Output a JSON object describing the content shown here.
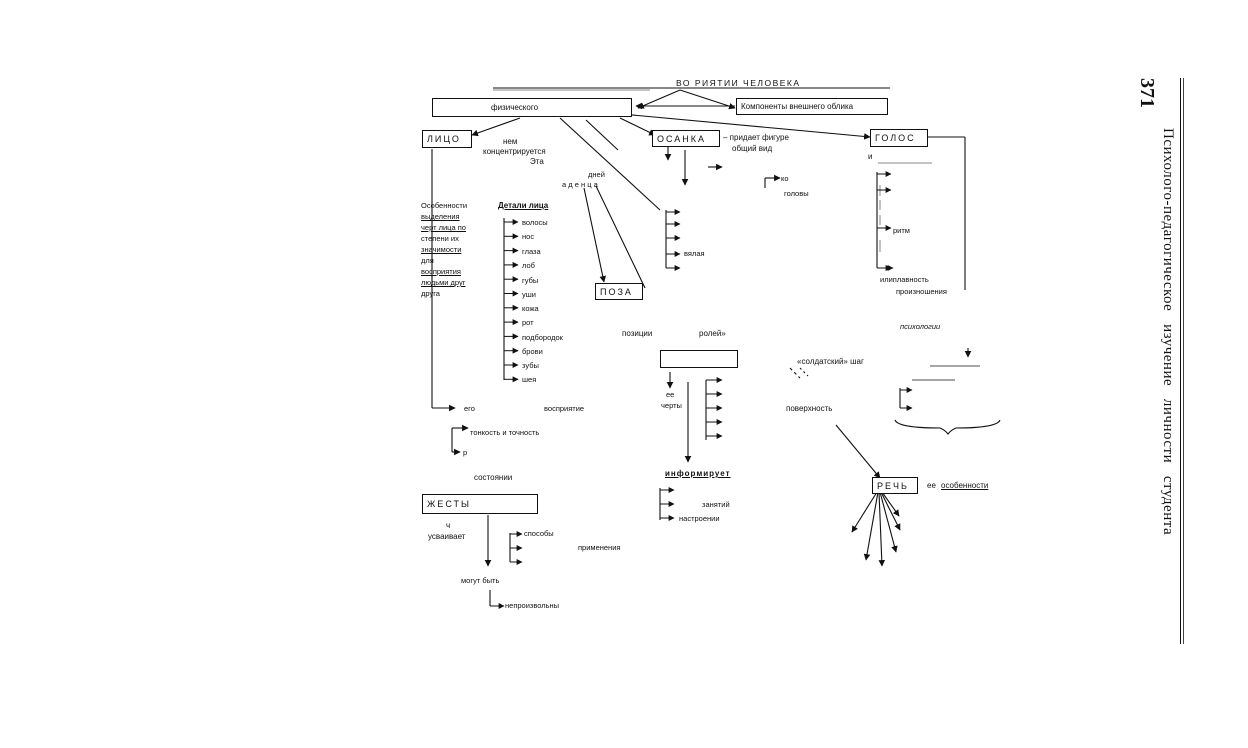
{
  "page": {
    "page_number": "371",
    "running_head": "Психолого-педагогическое   изучение   личности   студента"
  },
  "diagram": {
    "title": "ВО      РИЯТИИ ЧЕЛОВЕКА",
    "boxes": {
      "physical": "физического",
      "components": "Компоненты внешнего облика",
      "face": "ЛИЦО",
      "posture": "ОСАНКА",
      "voice": "ГОЛОС",
      "pose": "ПОЗА",
      "gestures": "ЖЕСТЫ",
      "speech": "РЕЧЬ"
    },
    "face_notes": [
      "нем",
      "концентрируется",
      "Эта"
    ],
    "face_features": [
      "Особенности",
      "выделения",
      "черт лица по",
      "степени их",
      "значимости",
      "для",
      "восприятия",
      "людьми друг",
      "друга"
    ],
    "face_details_title": "Детали лица",
    "face_details": [
      "волосы",
      "нос",
      "глаза",
      "лоб",
      "губы",
      "уши",
      "кожа",
      "рот",
      "подбородок",
      "брови",
      "зубы",
      "шея"
    ],
    "perception": {
      "his": "его",
      "label": "восприятие",
      "precision": "тонкость и точность",
      "small": "р"
    },
    "posture_note": [
      "– придает фигуре",
      "общий вид"
    ],
    "posture_misc": {
      "ko": "ко",
      "head": "головы",
      "vyalaya": "вялая"
    },
    "poise": [
      "дней",
      "а д е н ц а"
    ],
    "voice_notes": {
      "and": "и",
      "rhythm": "ритм",
      "fluency": "илиплавность",
      "pronunciation": "произношения",
      "psychology": "психологии"
    },
    "pose_notes": {
      "positions": "позиции",
      "roles": "ролей»",
      "traits_1": "ее",
      "traits_2": "черты",
      "informs": "информирует",
      "occupation": "занятий",
      "mood": "настроении"
    },
    "walk": {
      "soldier": "«солдатский» шаг",
      "surface": "поверхность"
    },
    "speech_note": {
      "its": "ее",
      "features": "особенности"
    },
    "gesture_notes": {
      "states": "состоянии",
      "ch": "ч",
      "learns": "усваивает",
      "methods": "способы",
      "application": "применения",
      "can_be": "могут быть",
      "involuntary": "непроизвольны"
    }
  }
}
